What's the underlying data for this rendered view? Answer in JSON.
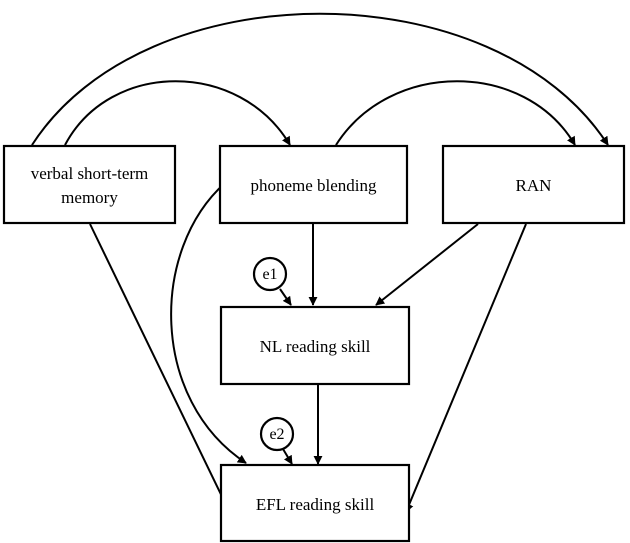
{
  "nodes": {
    "vstm": {
      "lines": [
        "verbal short-term",
        "memory"
      ]
    },
    "phoneme": {
      "lines": [
        "phoneme blending"
      ]
    },
    "ran": {
      "lines": [
        "RAN"
      ]
    },
    "nl": {
      "lines": [
        "NL reading skill"
      ]
    },
    "efl": {
      "lines": [
        "EFL reading skill"
      ]
    }
  },
  "error_terms": {
    "e1": {
      "label": "e1"
    },
    "e2": {
      "label": "e2"
    }
  }
}
